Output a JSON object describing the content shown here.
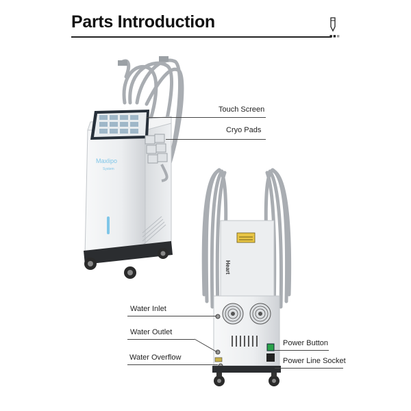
{
  "header": {
    "title": "Parts Introduction"
  },
  "machine_front": {
    "brand": "Maxlipo",
    "brand_sub": "System"
  },
  "machine_back": {
    "side_text": "Heart"
  },
  "callouts": {
    "touch_screen": "Touch Screen",
    "cryo_pads": "Cryo Pads",
    "water_inlet": "Water Inlet",
    "water_outlet": "Water Outlet",
    "water_overflow": "Water Overflow",
    "power_button": "Power Button",
    "power_line_socket": "Power Line Socket"
  },
  "colors": {
    "body": "#eceef0",
    "body_shadow": "#c9ccd0",
    "hose": "#a9adb2",
    "screen": "#27303a",
    "accent": "#7fc6e8",
    "wheel": "#2a2a2a"
  },
  "icons": {
    "header_icon": "pen-icon"
  }
}
